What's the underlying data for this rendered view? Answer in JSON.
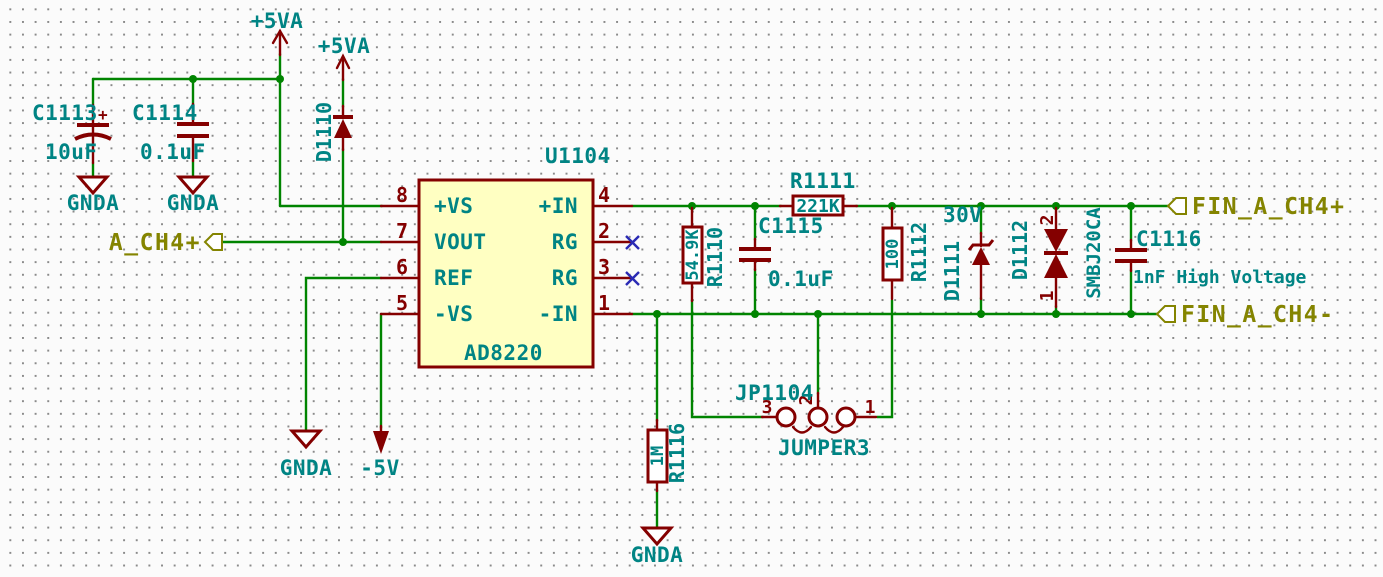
{
  "colors": {
    "wire_green": "#008400",
    "symbol_red": "#840000",
    "text_teal": "#008484",
    "net_label_olive": "#848400",
    "noconnect_blue": "#2A2AB4",
    "chip_fill_yellow": "#FFFFC2",
    "background": "#FBFBFB",
    "grid_dot": "#8A8A8A"
  },
  "power": {
    "p5va_left": "+5VA",
    "p5va_d1110": "+5VA",
    "neg5v": "-5V",
    "gnda_c1113": "GNDA",
    "gnda_c1114": "GNDA",
    "gnda_ref": "GNDA",
    "gnda_r1116": "GNDA"
  },
  "nets": {
    "a_ch4": "A_CH4+",
    "fin_pos": "FIN_A_CH4+",
    "fin_neg": "FIN_A_CH4-"
  },
  "components": {
    "C1113": {
      "ref": "C1113",
      "value": "10uF",
      "polarity_mark": "+"
    },
    "C1114": {
      "ref": "C1114",
      "value": "0.1uF"
    },
    "C1115": {
      "ref": "C1115",
      "value": "0.1uF"
    },
    "C1116": {
      "ref": "C1116",
      "value": "1nF High Voltage"
    },
    "R1110": {
      "ref": "R1110",
      "value": "54.9K"
    },
    "R1111": {
      "ref": "R1111",
      "value": "221K"
    },
    "R1112": {
      "ref": "R1112",
      "value": "100"
    },
    "R1116": {
      "ref": "R1116",
      "value": "1M"
    },
    "D1110": {
      "ref": "D1110"
    },
    "D1111": {
      "ref": "D1111",
      "value": "30V"
    },
    "D1112": {
      "ref": "D1112",
      "value": "SMBJ20CA",
      "pin_top": "2",
      "pin_bottom": "1"
    },
    "JP1104": {
      "ref": "JP1104",
      "value": "JUMPER3",
      "pin_left": "3",
      "pin_mid": "2",
      "pin_right": "1"
    },
    "U1104": {
      "ref": "U1104",
      "value": "AD8220",
      "pins_left": [
        {
          "num": "8",
          "name": "+VS"
        },
        {
          "num": "7",
          "name": "VOUT"
        },
        {
          "num": "6",
          "name": "REF"
        },
        {
          "num": "5",
          "name": "-VS"
        }
      ],
      "pins_right": [
        {
          "num": "4",
          "name": "+IN"
        },
        {
          "num": "2",
          "name": "RG"
        },
        {
          "num": "3",
          "name": "RG"
        },
        {
          "num": "1",
          "name": "-IN"
        }
      ]
    }
  }
}
